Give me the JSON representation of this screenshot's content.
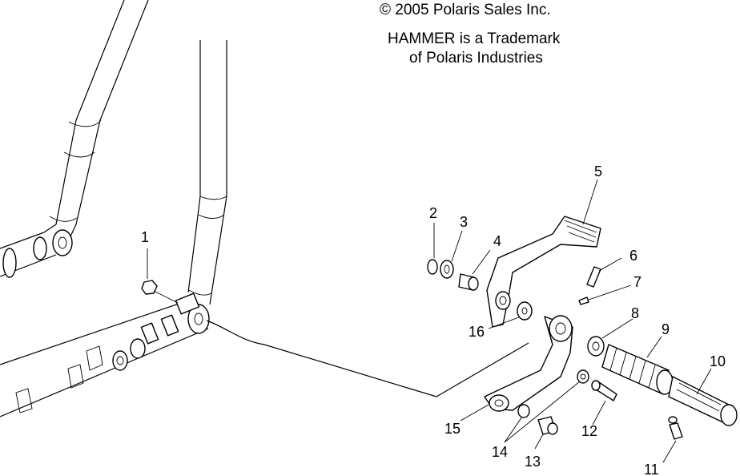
{
  "notice": {
    "copyright": "© 2005 Polaris Sales Inc.",
    "trademark_line1": "HAMMER is a Trademark",
    "trademark_line2": "of Polaris Industries"
  },
  "callouts": [
    "1",
    "2",
    "3",
    "4",
    "5",
    "6",
    "7",
    "8",
    "9",
    "10",
    "11",
    "12",
    "13",
    "14",
    "15",
    "16"
  ]
}
